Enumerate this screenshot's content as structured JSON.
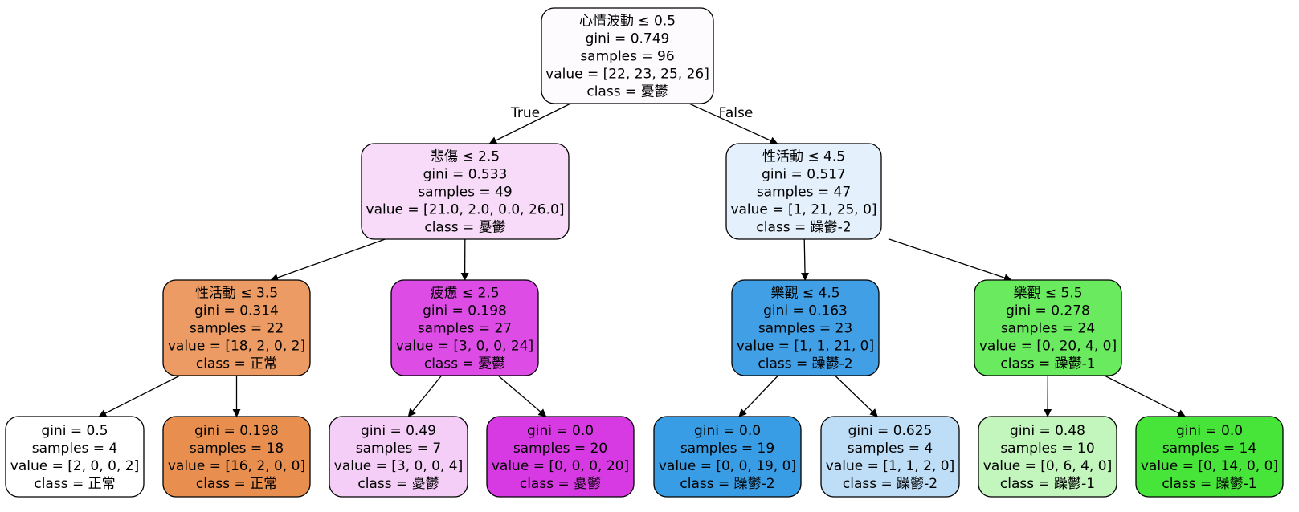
{
  "tree": {
    "edge_labels": {
      "true_label": "True",
      "false_label": "False"
    },
    "nodes": [
      {
        "id": "n0",
        "color": "#fdfbfe",
        "lines": [
          "心情波動 ≤ 0.5",
          "gini = 0.749",
          "samples = 96",
          "value = [22, 23, 25, 26]",
          "class = 憂鬱"
        ]
      },
      {
        "id": "n1",
        "color": "#f7dbf8",
        "lines": [
          "悲傷 ≤ 2.5",
          "gini = 0.533",
          "samples = 49",
          "value = [21.0, 2.0, 0.0, 26.0]",
          "class = 憂鬱"
        ]
      },
      {
        "id": "n2",
        "color": "#e4f0fb",
        "lines": [
          "性活動 ≤ 4.5",
          "gini = 0.517",
          "samples = 47",
          "value = [1, 21, 25, 0]",
          "class = 躁鬱-2"
        ]
      },
      {
        "id": "n3",
        "color": "#eb9b63",
        "lines": [
          "性活動 ≤ 3.5",
          "gini = 0.314",
          "samples = 22",
          "value = [18, 2, 0, 2]",
          "class = 正常"
        ]
      },
      {
        "id": "n4",
        "color": "#dd4ce5",
        "lines": [
          "疲憊 ≤ 2.5",
          "gini = 0.198",
          "samples = 27",
          "value = [3, 0, 0, 24]",
          "class = 憂鬱"
        ]
      },
      {
        "id": "n5",
        "color": "#419fe6",
        "lines": [
          "樂觀 ≤ 4.5",
          "gini = 0.163",
          "samples = 23",
          "value = [1, 1, 21, 0]",
          "class = 躁鬱-2"
        ]
      },
      {
        "id": "n6",
        "color": "#6aeb5f",
        "lines": [
          "樂觀 ≤ 5.5",
          "gini = 0.278",
          "samples = 24",
          "value = [0, 20, 4, 0]",
          "class = 躁鬱-1"
        ]
      },
      {
        "id": "n7",
        "color": "#ffffff",
        "lines": [
          "gini = 0.5",
          "samples = 4",
          "value = [2, 0, 0, 2]",
          "class = 正常"
        ]
      },
      {
        "id": "n8",
        "color": "#e88f4f",
        "lines": [
          "gini = 0.198",
          "samples = 18",
          "value = [16, 2, 0, 0]",
          "class = 正常"
        ]
      },
      {
        "id": "n9",
        "color": "#f5cef7",
        "lines": [
          "gini = 0.49",
          "samples = 7",
          "value = [3, 0, 0, 4]",
          "class = 憂鬱"
        ]
      },
      {
        "id": "n10",
        "color": "#d739e2",
        "lines": [
          "gini = 0.0",
          "samples = 20",
          "value = [0, 0, 0, 20]",
          "class = 憂鬱"
        ]
      },
      {
        "id": "n11",
        "color": "#399de5",
        "lines": [
          "gini = 0.0",
          "samples = 19",
          "value = [0, 0, 19, 0]",
          "class = 躁鬱-2"
        ]
      },
      {
        "id": "n12",
        "color": "#bddef6",
        "lines": [
          "gini = 0.625",
          "samples = 4",
          "value = [1, 1, 2, 0]",
          "class = 躁鬱-2"
        ]
      },
      {
        "id": "n13",
        "color": "#c2f6bd",
        "lines": [
          "gini = 0.48",
          "samples = 10",
          "value = [0, 6, 4, 0]",
          "class = 躁鬱-1"
        ]
      },
      {
        "id": "n14",
        "color": "#47e539",
        "lines": [
          "gini = 0.0",
          "samples = 14",
          "value = [0, 14, 0, 0]",
          "class = 躁鬱-1"
        ]
      }
    ],
    "edges": [
      {
        "from": "n0",
        "to": "n1",
        "label_key": "true_label"
      },
      {
        "from": "n0",
        "to": "n2",
        "label_key": "false_label"
      },
      {
        "from": "n1",
        "to": "n3"
      },
      {
        "from": "n1",
        "to": "n4"
      },
      {
        "from": "n2",
        "to": "n5"
      },
      {
        "from": "n2",
        "to": "n6"
      },
      {
        "from": "n3",
        "to": "n7"
      },
      {
        "from": "n3",
        "to": "n8"
      },
      {
        "from": "n4",
        "to": "n9"
      },
      {
        "from": "n4",
        "to": "n10"
      },
      {
        "from": "n5",
        "to": "n11"
      },
      {
        "from": "n5",
        "to": "n12"
      },
      {
        "from": "n6",
        "to": "n13"
      },
      {
        "from": "n6",
        "to": "n14"
      }
    ]
  }
}
